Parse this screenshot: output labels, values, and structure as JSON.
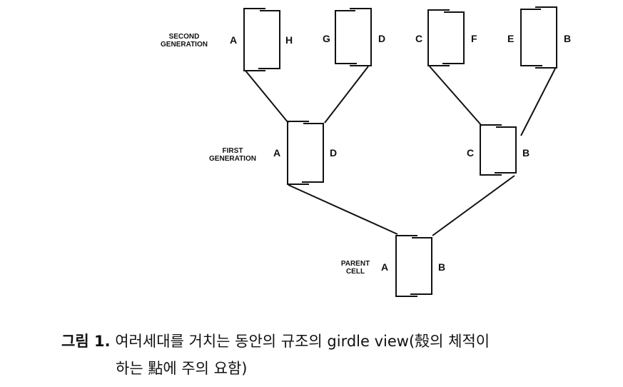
{
  "generations": {
    "second": [
      "SECOND",
      "GENERATION"
    ],
    "first": [
      "FIRST",
      "GENERATION"
    ],
    "parent": [
      "PARENT",
      "CELL"
    ]
  },
  "cells": {
    "second_1": {
      "left": "A",
      "right": "H"
    },
    "second_2": {
      "left": "G",
      "right": "D"
    },
    "second_3": {
      "left": "C",
      "right": "F"
    },
    "second_4": {
      "left": "E",
      "right": "B"
    },
    "first_1": {
      "left": "A",
      "right": "D"
    },
    "first_2": {
      "left": "C",
      "right": "B"
    },
    "parent": {
      "left": "A",
      "right": "B"
    }
  },
  "caption": {
    "number": "그림 1.",
    "line1": "여러세대를 거치는 동안의 규조의 girdle view(殼의 체적이",
    "line2": "하는 點에 주의 요함)"
  }
}
